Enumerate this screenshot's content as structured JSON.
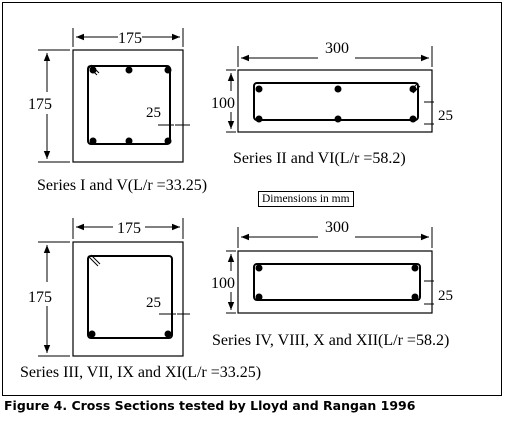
{
  "figure": {
    "caption": "Figure 4. Cross Sections tested by Lloyd and Rangan 1996",
    "dimensions_note": "Dimensions in mm"
  },
  "sections": [
    {
      "width_label": "175",
      "height_label": "175",
      "cover_label": "25",
      "series_label": "Series I and V(L/r =33.25)"
    },
    {
      "width_label": "300",
      "height_label": "100",
      "cover_label": "25",
      "series_label": "Series II and VI(L/r =58.2)"
    },
    {
      "width_label": "175",
      "height_label": "175",
      "cover_label": "25",
      "series_label": "Series III, VII, IX and XI(L/r =33.25)"
    },
    {
      "width_label": "300",
      "height_label": "100",
      "cover_label": "25",
      "series_label": "Series IV, VIII, X and XII(L/r =58.2)"
    }
  ]
}
